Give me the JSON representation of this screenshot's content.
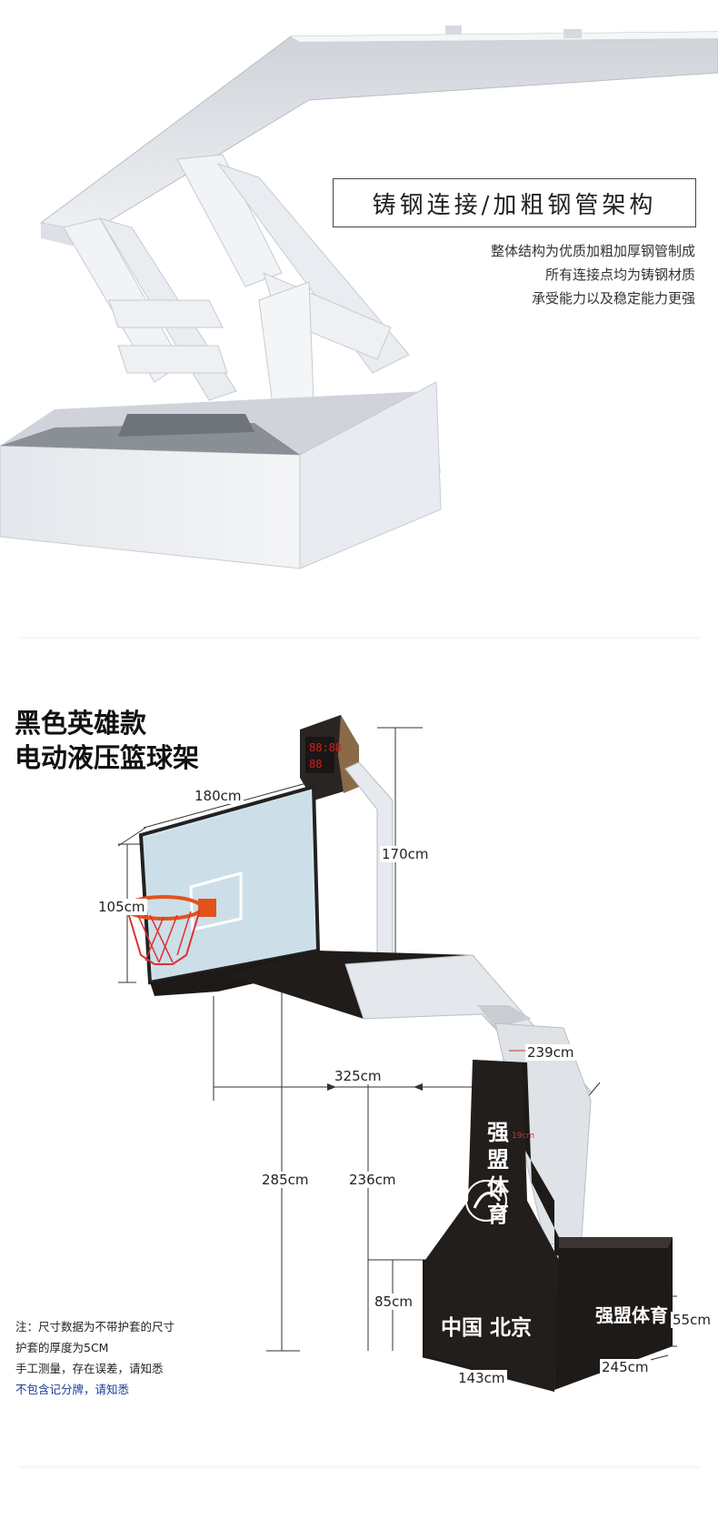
{
  "section1": {
    "heading": "铸钢连接/加粗钢管架构",
    "lines": [
      "整体结构为优质加粗加厚钢管制成",
      "所有连接点均为铸钢材质",
      "承受能力以及稳定能力更强"
    ]
  },
  "section2": {
    "title_lines": [
      "黑色英雄款",
      "电动液压篮球架"
    ],
    "dimensions": {
      "backboard_width": "180cm",
      "backboard_height": "105cm",
      "scoreboard_height": "170cm",
      "extension": "325cm",
      "arm_length": "239cm",
      "gap": "19cm",
      "rim_height": "285cm",
      "board_bottom": "236cm",
      "base_height": "85cm",
      "base_depth": "143cm",
      "base_length": "245cm",
      "base_tail_height": "55cm"
    },
    "base_text": {
      "brand": "强盟体育",
      "location": "中国 北京",
      "tail_brand": "强盟体育"
    },
    "notes": [
      "注：尺寸数据为不带护套的尺寸",
      "护套的厚度为5CM",
      "手工测量，存在误差，请知悉",
      "不包含记分牌，请知悉"
    ],
    "colors": {
      "base": "#1d1a18",
      "frame": "#e6e9ee",
      "rim": "#e2531c",
      "net": "#e03030",
      "note_highlight": "#1a3d9a"
    }
  }
}
